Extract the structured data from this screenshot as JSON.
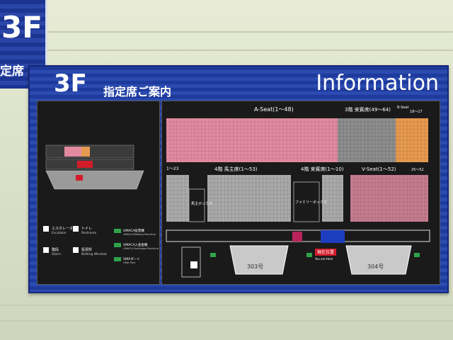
{
  "corner": {
    "floor": "3F",
    "caption": "定席"
  },
  "board": {
    "floor": "3F",
    "subtitle": "指定席ご案内",
    "info": "Information"
  },
  "seat_sections": {
    "a_seat": "A-Seat(1〜48)",
    "guest_3": "3階 来賓席(49〜64)",
    "b_seat": "B-Seat",
    "b_range": "18〜17",
    "left_range": "1〜23",
    "owner_4": "4階 馬主席(1〜53)",
    "guest_4": "4階 来賓席(1〜10)",
    "v_seat": "V-Seat(1〜52)",
    "v_right": "25〜52",
    "owner_box": "馬主ボックス",
    "family_box": "ファミリーボックス",
    "room_303": "303号",
    "room_304": "304号",
    "here_jp": "現在位置",
    "here_en": "You are Here"
  },
  "colors": {
    "a_seat": "#e28aa0",
    "guest": "#8d8d8d",
    "b_seat": "#e79a4f",
    "v_seat": "#c67b8f",
    "gray_seat": "#a9a9a9",
    "here": "#d31c2a",
    "board": "#1e3a9c"
  },
  "legend": [
    {
      "icon": "escalator-icon",
      "jp": "エスカレーター",
      "en": "Escalator"
    },
    {
      "icon": "toilet-icon",
      "jp": "トイレ",
      "en": "Restroom"
    },
    {
      "icon": "stairs-icon",
      "jp": "階段",
      "en": "Stairs"
    },
    {
      "icon": "betting-window-icon",
      "jp": "投票所",
      "en": "Betting Window"
    }
  ],
  "legend_machines": [
    {
      "jp": "UMACA投票機",
      "en": "UMACA Betting Machine"
    },
    {
      "jp": "UMACA入金金機",
      "en": "UMACA Recharge Machine"
    },
    {
      "jp": "UMAポート",
      "en": "UMA Port"
    }
  ]
}
